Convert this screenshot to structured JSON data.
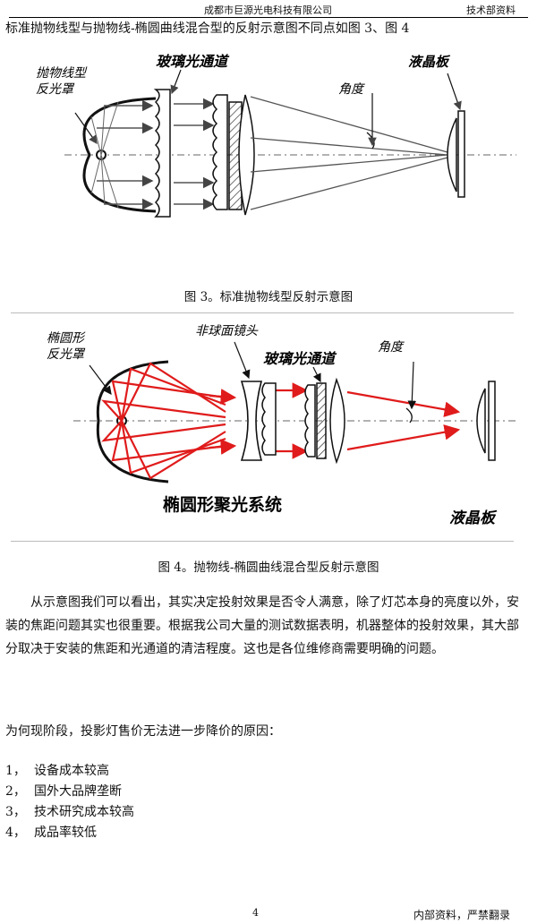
{
  "header": {
    "company": "成都市巨源光电科技有限公司",
    "section": "技术部资料"
  },
  "intro": "标准抛物线型与抛物线-椭圆曲线混合型的反射示意图不同点如图 3、图 4",
  "figure3": {
    "labels": {
      "reflector_line1": "抛物线型",
      "reflector_line2": "反光罩",
      "glass_channel": "玻璃光通道",
      "lcd": "液晶板",
      "angle": "角度"
    },
    "caption": "图 3。标准抛物线型反射示意图"
  },
  "figure4": {
    "labels": {
      "reflector_line1": "椭圆形",
      "reflector_line2": "反光罩",
      "aspheric_lens": "非球面镜头",
      "glass_channel": "玻璃光通道",
      "angle": "角度",
      "system": "椭圆形聚光系统",
      "lcd": "液晶板"
    },
    "caption": "图 4。抛物线-椭圆曲线混合型反射示意图"
  },
  "paragraph": "从示意图我们可以看出，其实决定投射效果是否令人满意，除了灯芯本身的亮度以外，安装的焦距问题其实也很重要。根据我公司大量的测试数据表明，机器整体的投射效果，其大部分取决于安装的焦距和光通道的清洁程度。这也是各位维修商需要明确的问题。",
  "question": "为何现阶段，投影灯售价无法进一步降价的原因：",
  "reasons": [
    {
      "num": "1，",
      "text": "设备成本较高"
    },
    {
      "num": "2，",
      "text": "国外大品牌垄断"
    },
    {
      "num": "3，",
      "text": "技术研究成本较高"
    },
    {
      "num": "4，",
      "text": "成品率较低"
    }
  ],
  "footer": {
    "page": "4",
    "note": "内部资料，严禁翻录"
  },
  "colors": {
    "ray_fig4": "#e01b1b",
    "ray_fig3": "#555555"
  }
}
